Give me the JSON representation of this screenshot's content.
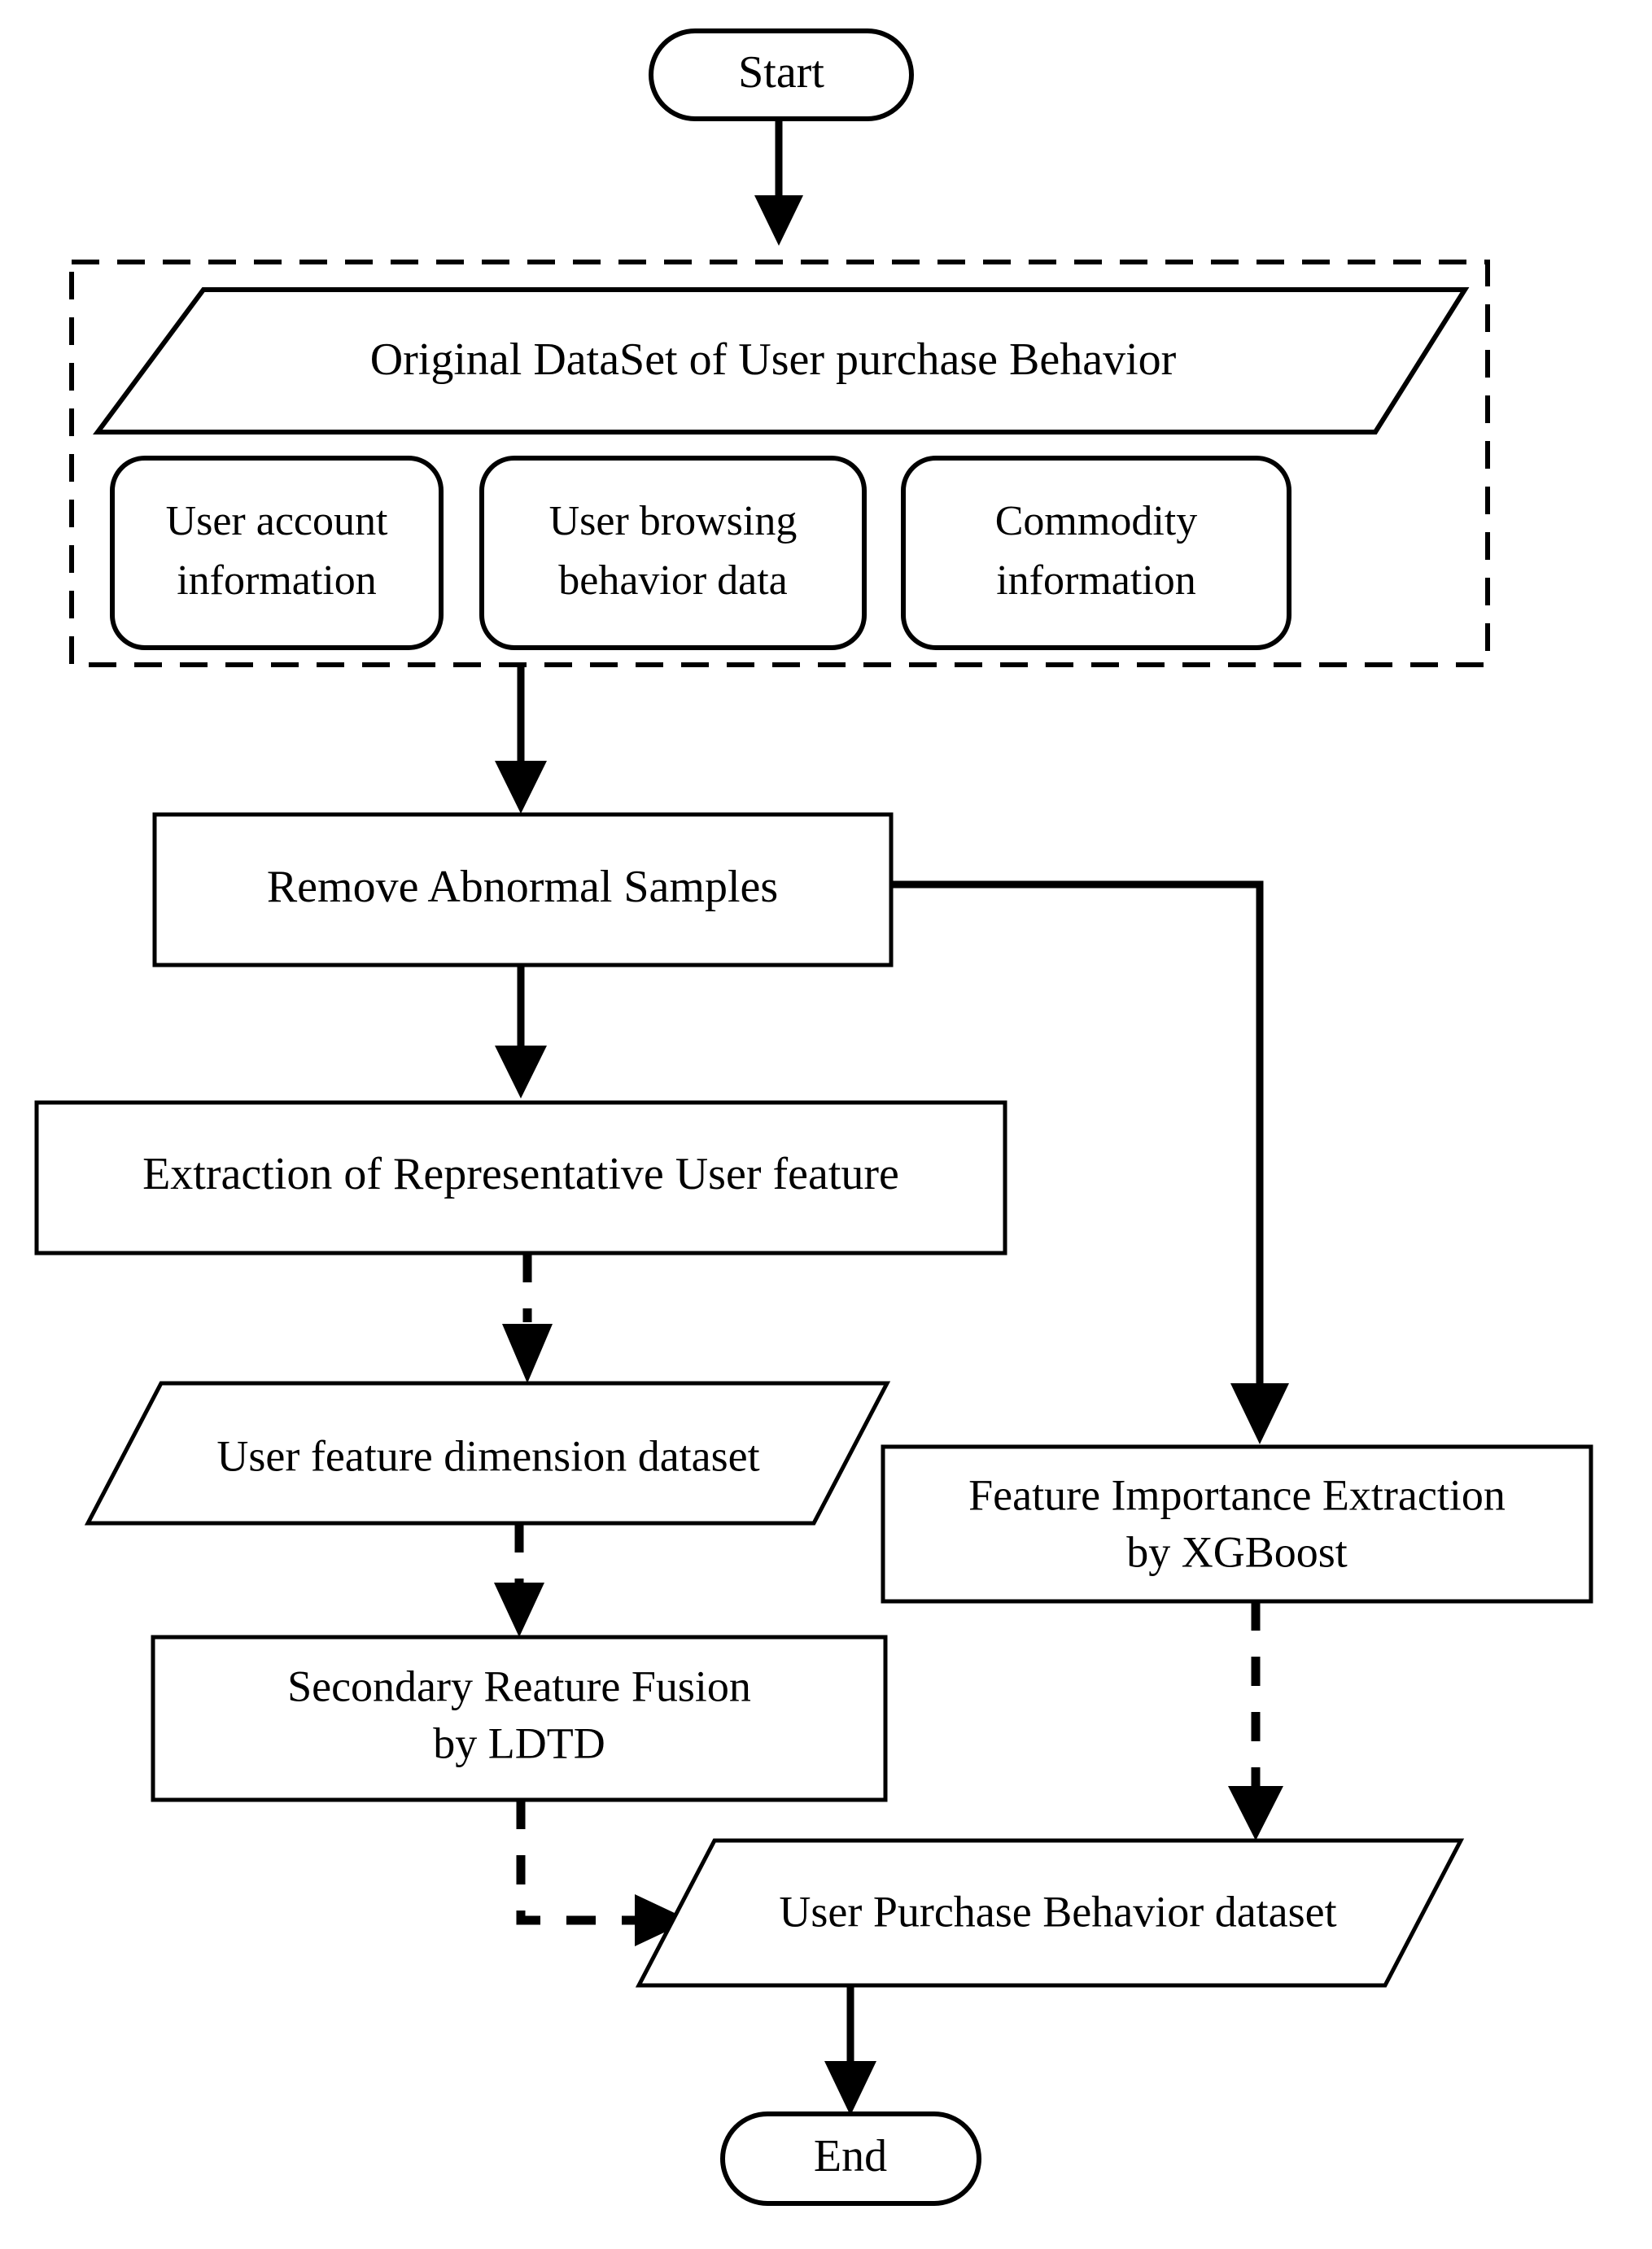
{
  "diagram": {
    "title_text_present": false,
    "colors": {
      "stroke": "#000000",
      "fill": "#ffffff",
      "background": "#ffffff"
    },
    "nodes": {
      "start": {
        "label": "Start",
        "shape": "terminator"
      },
      "original_dataset": {
        "label": "Original DataSet of User purchase Behavior",
        "shape": "parallelogram"
      },
      "user_account": {
        "label_line1": "User account",
        "label_line2": "information",
        "shape": "rounded-rect"
      },
      "user_browsing": {
        "label_line1": "User browsing",
        "label_line2": "behavior data",
        "shape": "rounded-rect"
      },
      "commodity": {
        "label_line1": "Commodity",
        "label_line2": "information",
        "shape": "rounded-rect"
      },
      "remove_abnormal": {
        "label": "Remove Abnormal Samples",
        "shape": "rect"
      },
      "extraction_feature": {
        "label": "Extraction of  Representative User feature",
        "shape": "rect"
      },
      "feature_dim_dataset": {
        "label": "User feature dimension dataset",
        "shape": "parallelogram"
      },
      "xgboost": {
        "label_line1": "Feature Importance Extraction",
        "label_line2": "by XGBoost",
        "shape": "rect"
      },
      "ldtd": {
        "label_line1": "Secondary Reature Fusion",
        "label_line2": "by LDTD",
        "shape": "rect"
      },
      "purchase_dataset": {
        "label": "User Purchase Behavior dataset",
        "shape": "parallelogram"
      },
      "end": {
        "label": "End",
        "shape": "terminator"
      }
    },
    "edges": [
      {
        "name": "start-to-group",
        "from": "start",
        "to": "original_dataset_group",
        "style": "solid",
        "arrow": true
      },
      {
        "name": "group-to-remove-abnormal",
        "from": "original_dataset_group",
        "to": "remove_abnormal",
        "style": "solid",
        "arrow": true
      },
      {
        "name": "remove-abnormal-to-extraction",
        "from": "remove_abnormal",
        "to": "extraction_feature",
        "style": "solid",
        "arrow": true
      },
      {
        "name": "remove-abnormal-to-xgboost",
        "from": "remove_abnormal",
        "to": "xgboost",
        "style": "solid",
        "arrow": true
      },
      {
        "name": "extraction-to-feature-dim",
        "from": "extraction_feature",
        "to": "feature_dim_dataset",
        "style": "dashed",
        "arrow": true
      },
      {
        "name": "feature-dim-to-ldtd",
        "from": "feature_dim_dataset",
        "to": "ldtd",
        "style": "dashed",
        "arrow": true
      },
      {
        "name": "ldtd-to-purchase-dataset",
        "from": "ldtd",
        "to": "purchase_dataset",
        "style": "dashed",
        "arrow": true
      },
      {
        "name": "xgboost-to-purchase-dataset",
        "from": "xgboost",
        "to": "purchase_dataset",
        "style": "dashed",
        "arrow": true
      },
      {
        "name": "purchase-dataset-to-end",
        "from": "purchase_dataset",
        "to": "end",
        "style": "solid",
        "arrow": true
      }
    ],
    "group_box": {
      "name": "original-dataset-group",
      "style": "dashed"
    }
  }
}
